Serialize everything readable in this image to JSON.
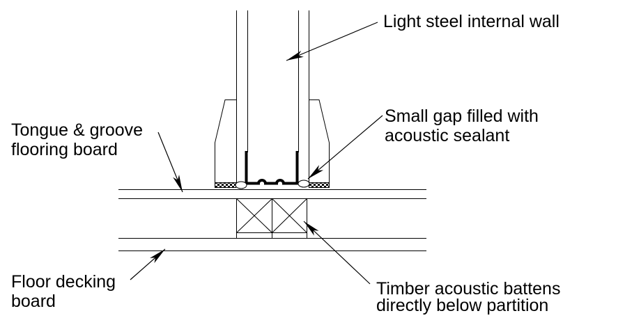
{
  "diagram": {
    "type": "construction-detail-section",
    "subject": "Light steel internal wall separating floor junction acoustic detail"
  },
  "labels": {
    "light_steel_wall": "Light steel internal wall",
    "tongue_groove": [
      "Tongue & groove",
      "flooring board"
    ],
    "small_gap": [
      "Small gap filled with",
      "acoustic sealant"
    ],
    "floor_decking": [
      "Floor decking",
      "board"
    ],
    "timber_battens": [
      "Timber acoustic battens",
      "directly below partition"
    ]
  },
  "colors": {
    "ink": "#000000",
    "background": "#ffffff"
  }
}
